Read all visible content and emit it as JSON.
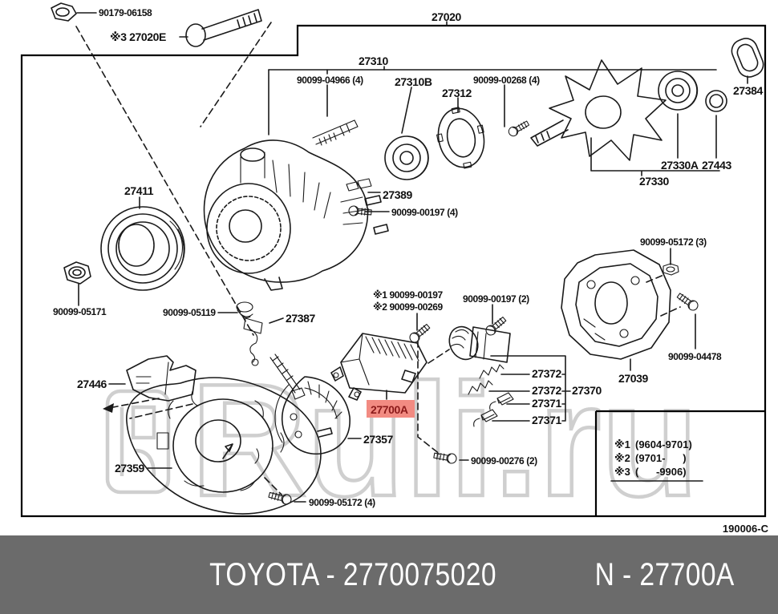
{
  "watermark": {
    "text": "Ruli.ru"
  },
  "footer": {
    "brand_part": "TOYOTA - 2770075020",
    "catalog_part": "N - 27700A"
  },
  "diagram": {
    "doc_code": "190006-C",
    "highlight": {
      "text": "27700A"
    },
    "labels": {
      "n90179_06158": "90179-06158",
      "n27020e": "※3 27020E",
      "n27020": "27020",
      "n27310": "27310",
      "n90099_04966": "90099-04966 (4)",
      "n27310b": "27310B",
      "n27312": "27312",
      "n90099_00268": "90099-00268 (4)",
      "n27384": "27384",
      "n27330a": "27330A",
      "n27443": "27443",
      "n27330": "27330",
      "n27411": "27411",
      "n90099_05171": "90099-05171",
      "n90099_05119": "90099-05119",
      "n27387": "27387",
      "n27389": "27389",
      "n90099_00197_4": "90099-00197 (4)",
      "nx1_90099_00197": "※1 90099-00197",
      "nx2_90099_00269": "※2 90099-00269",
      "n90099_00197_2": "90099-00197 (2)",
      "n90099_05172_3": "90099-05172 (3)",
      "n90099_04478": "90099-04478",
      "n27039": "27039",
      "n27372a": "27372",
      "n27372b": "27372",
      "n27371a": "27371",
      "n27371b": "27371",
      "n27370": "27370",
      "n27357": "27357",
      "n90099_00276": "90099-00276 (2)",
      "n90099_05172_4": "90099-05172 (4)",
      "n27446": "27446",
      "n27359": "27359"
    },
    "legend": {
      "rows": [
        {
          "marker": "※1",
          "range": "(9604-9701)"
        },
        {
          "marker": "※2",
          "range": "(9701-      )"
        },
        {
          "marker": "※3",
          "range": "(      -9906)"
        }
      ]
    }
  },
  "colors": {
    "highlight_bg": "#F28B82",
    "highlight_fg": "#8B1A1A",
    "footer_bg": "#6B6B6B",
    "watermark": "#CFCFCF",
    "line_art": "#1A1A1A"
  }
}
